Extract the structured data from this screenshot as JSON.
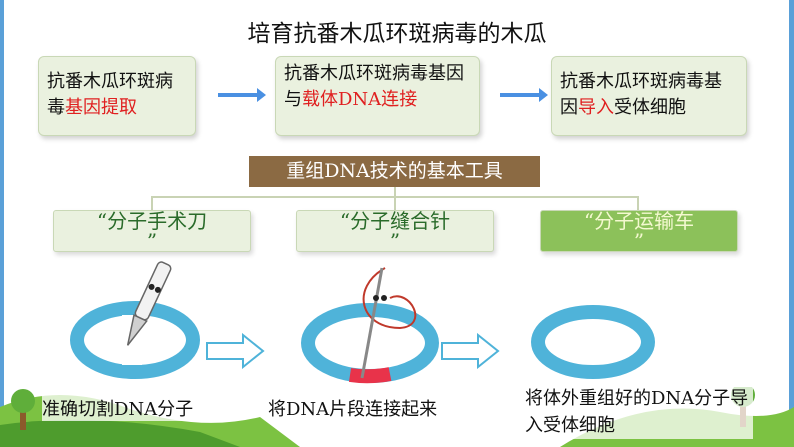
{
  "title": "培育抗番木瓜环斑病毒的木瓜",
  "steps": [
    {
      "normal": "抗番木瓜环斑病毒",
      "highlight": "基因提取"
    },
    {
      "normal": "抗番木瓜环斑病毒基因与",
      "highlight": "载体DNA连",
      "tail": "接"
    },
    {
      "normal": "抗番木瓜环斑病毒基因",
      "highlight": "导入",
      "tail": "受体细胞"
    }
  ],
  "banner": "重组DNA技术的基本工具",
  "tools": [
    {
      "line1": "“分子手术刀",
      "line2": "”"
    },
    {
      "line1": "“分子缝合针",
      "line2": "”"
    },
    {
      "line1": "“分子运输车",
      "line2": "”"
    }
  ],
  "captions": [
    "准确切割DNA分子",
    "将DNA片段连接起来",
    "将体外重组好的DNA分子导入受体细胞"
  ],
  "colors": {
    "highlight": "#e02020",
    "banner": "#8b6a43",
    "ring": "#4fb3d9",
    "carrier": "#8cc15a"
  }
}
